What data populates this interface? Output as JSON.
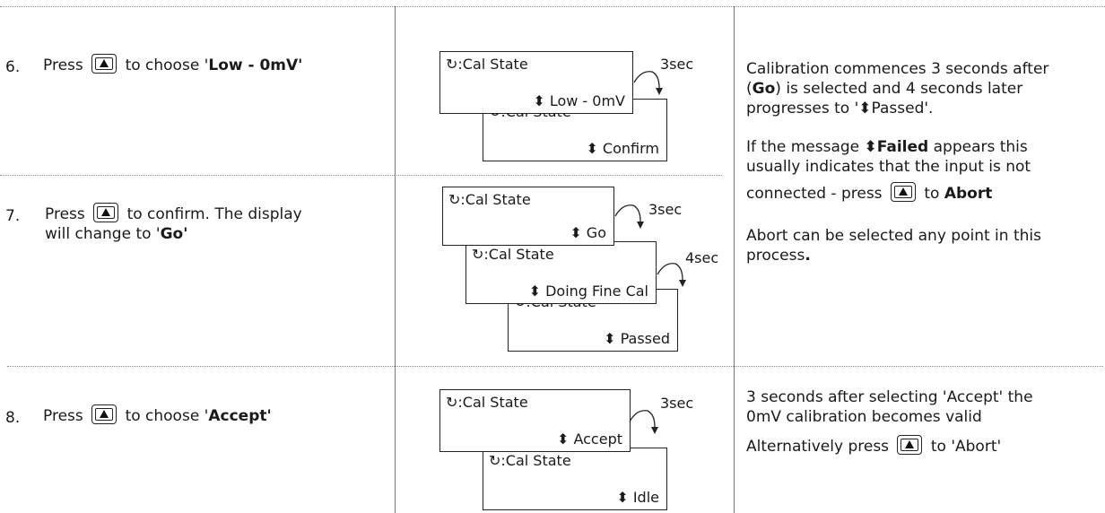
{
  "steps": [
    {
      "number": "6.",
      "before": "Press",
      "after": "to choose  '",
      "bold": "Low - 0mV'",
      "tail": ""
    },
    {
      "number": "7.",
      "before": "Press",
      "after": "to confirm.  The display",
      "line2_pre": "will change to '",
      "line2_bold": "Go'"
    },
    {
      "number": "8.",
      "before": "Press",
      "after": "to choose '",
      "bold": "Accept'"
    }
  ],
  "displays": {
    "s6a": {
      "l1": "↻:Cal State",
      "l2": "⬍  Low - 0mV"
    },
    "s6b": {
      "l1": "↻:Cal State",
      "l2": "⬍ Confirm"
    },
    "s7a": {
      "l1": "↻:Cal State",
      "l2": "⬍ Go"
    },
    "s7b": {
      "l1": "↻:Cal State",
      "l2": "⬍ Doing Fine Cal"
    },
    "s7c": {
      "l1": "↻:Cal State",
      "l2": "⬍ Passed"
    },
    "s8a": {
      "l1": "↻:Cal State",
      "l2": "⬍  Accept"
    },
    "s8b": {
      "l1": "↻:Cal State",
      "l2": "⬍ Idle"
    }
  },
  "timers": {
    "t6": "3sec",
    "t7a": "3sec",
    "t7b": "4sec",
    "t8": "3sec"
  },
  "notes": {
    "n1_a": "Calibration commences 3 seconds after",
    "n1_b_pre": "(",
    "n1_b_bold": "Go",
    "n1_b_post": ") is selected and 4 seconds later",
    "n1_c": "progresses  to '⬍Passed'.",
    "n2_a_pre": "If the message ",
    "n2_a_bold": "⬍Failed",
    "n2_a_post": " appears this",
    "n2_b": "usually indicates that the input is not",
    "n2_c_pre": "connected - press",
    "n2_c_mid": "to ",
    "n2_c_bold": "Abort",
    "n3_a": "Abort can be selected any point in this",
    "n3_b_pre": "process",
    "n3_b_bold": ".",
    "n4_a": "3 seconds after selecting 'Accept' the",
    "n4_b": "0mV calibration becomes valid",
    "n5_pre": "Alternatively press",
    "n5_post": "to 'Abort'"
  },
  "icons": {
    "raise_key": "raise-button-icon",
    "scroll": "scroll-icon",
    "updown": "up-down-arrow-icon"
  }
}
